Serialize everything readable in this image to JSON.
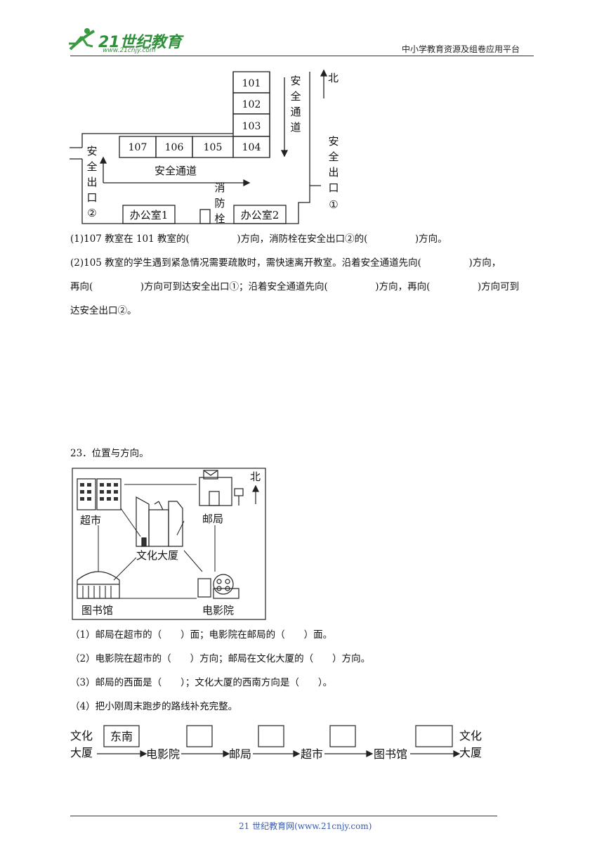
{
  "header": {
    "logo_text": "21世纪教育",
    "logo_url": "www.21cnjy.com",
    "right_text": "中小学教育资源及组卷应用平台"
  },
  "floorplan": {
    "rooms_vertical": [
      "101",
      "102",
      "103",
      "104"
    ],
    "rooms_row": [
      "107",
      "106",
      "105"
    ],
    "corridor_right": "安全通道",
    "corridor_bottom": "安全通道",
    "north": "北",
    "exit1": [
      "安",
      "全",
      "出",
      "口",
      "①"
    ],
    "exit2": [
      "安",
      "全",
      "出",
      "口",
      "②"
    ],
    "hydrant": [
      "消",
      "防",
      "栓"
    ],
    "office1": "办公室1",
    "office2": "办公室2"
  },
  "q22": {
    "line1": "(1)107 教室在 101 教室的(　　　　　)方向，消防栓在安全出口②的(　　　　　)方向。",
    "line2a": "(2)105 教室的学生遇到紧急情况需要疏散时，需快速离开教室。沿着安全通道先向(　　　　　)方向，",
    "line2b": "再向(　　　　　)方向可到达安全出口①；沿着安全通道先向(　　　　　)方向，再向(　　　　　)方向可到",
    "line2c": "达安全出口②。"
  },
  "q23": {
    "title": "23．位置与方向。",
    "map": {
      "north": "北",
      "supermarket": "超市",
      "post_office": "邮局",
      "culture_building": "文化大厦",
      "library": "图书馆",
      "cinema": "电影院"
    },
    "sub1": "（1）邮局在超市的（　　）面；电影院在邮局的（　　）面。",
    "sub2": "（2）电影院在超市的（　　）方向；邮局在文化大厦的（　　）方向。",
    "sub3": "（3）邮局的西面是（　　）；文化大厦的西南方向是（　　）。",
    "sub4": "（4）把小刚周末跑步的路线补充完整。",
    "route": {
      "start": [
        "文化",
        "大厦"
      ],
      "first_box": "东南",
      "stops": [
        "电影院",
        "邮局",
        "超市",
        "图书馆"
      ],
      "end": [
        "文化",
        "大厦"
      ]
    }
  },
  "footer": {
    "text": "21 世纪教育网(www.21cnjy.com)"
  }
}
